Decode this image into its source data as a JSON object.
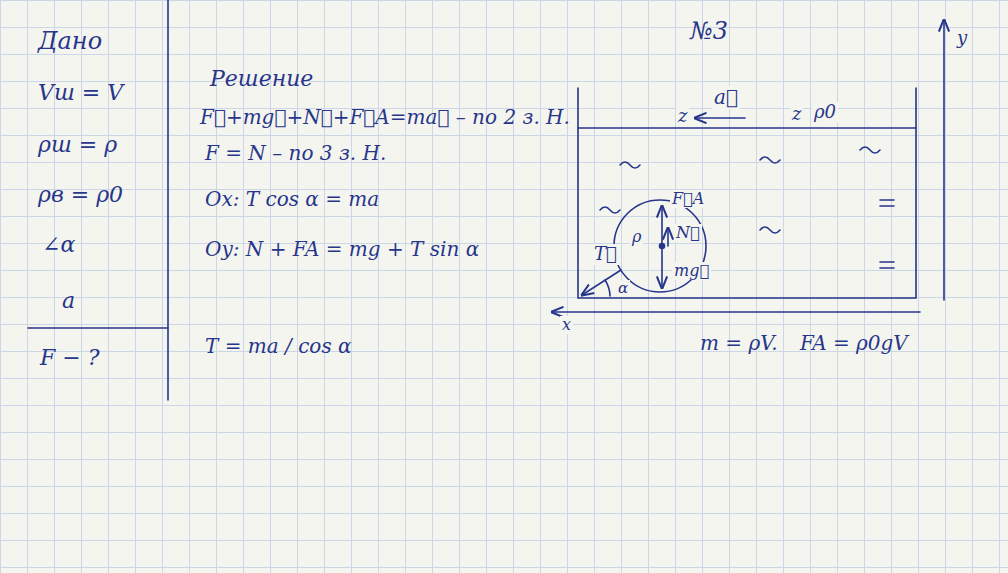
{
  "diagram": {
    "labels": [
      "№3",
      "Дано",
      "Vш = V",
      "ρш = ρ",
      "ρв = ρ0",
      "∠α",
      "a",
      "F − ?",
      "Решение",
      "F⃗+mg⃗+N⃗+F⃗A=ma⃗ – по 2 з. Н.",
      "F = N – по 3 з. Н.",
      "Ox: T cos α = ma",
      "Oy: N + FA = mg + T sin α",
      "T = ma / cos α",
      "m = ρV.",
      "FA = ρ0gV",
      "z",
      "a⃗",
      "z",
      "ρ0",
      "F⃗A",
      "ρ",
      "N⃗",
      "mg⃗",
      "T⃗",
      "α",
      "x",
      "y"
    ]
  }
}
